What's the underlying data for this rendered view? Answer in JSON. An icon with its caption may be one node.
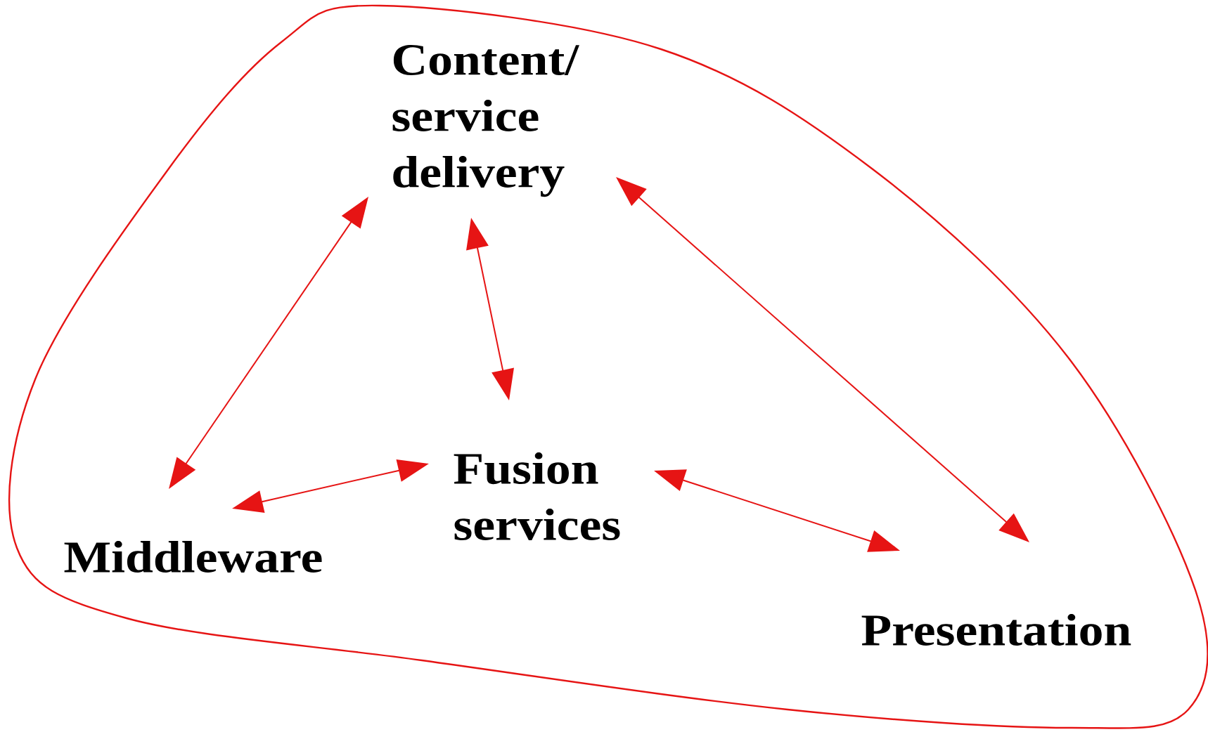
{
  "diagram": {
    "nodes": [
      {
        "text": [],
        "shape": "cloud"
      },
      {
        "text": [
          "Content/ service delivery"
        ],
        "in": 0
      },
      {
        "text": [
          "Fusion services"
        ],
        "in": 0
      },
      {
        "text": [
          "Middleware"
        ],
        "in": 0
      },
      {
        "text": [
          "Presentation"
        ],
        "in": 0
      }
    ],
    "edges": [
      {
        "from": 1,
        "to": 3,
        "arrow": "both"
      },
      {
        "from": 1,
        "to": 2,
        "arrow": "both"
      },
      {
        "from": 1,
        "to": 4,
        "arrow": "both"
      },
      {
        "from": 2,
        "to": 3,
        "arrow": "both"
      },
      {
        "from": 2,
        "to": 4,
        "arrow": "both"
      }
    ]
  }
}
